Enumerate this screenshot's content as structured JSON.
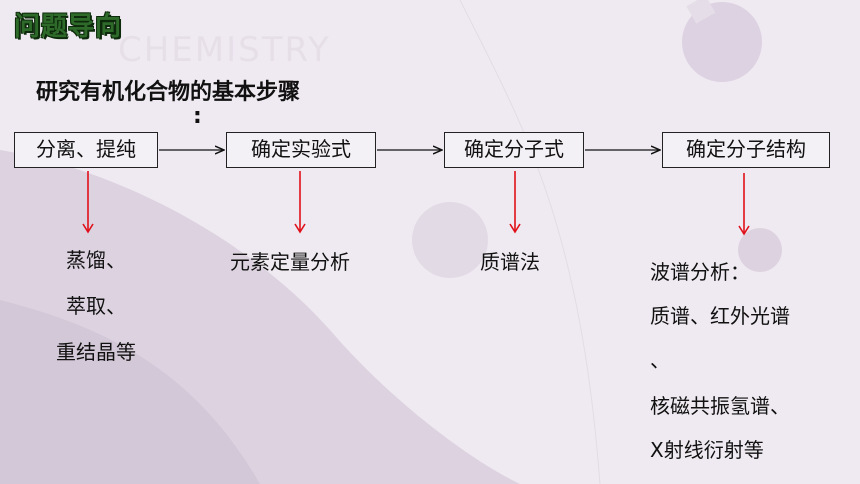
{
  "header": {
    "badge": "问题导向",
    "watermark": "CHEMISTRY"
  },
  "title": "研究有机化合物的基本步骤",
  "colon": ":",
  "steps": [
    {
      "label": "分离、提纯"
    },
    {
      "label": "确定实验式"
    },
    {
      "label": "确定分子式"
    },
    {
      "label": "确定分子结构"
    }
  ],
  "methods": {
    "separation": [
      "蒸馏、",
      "萃取、",
      "重结晶等"
    ],
    "empirical": "元素定量分析",
    "molecular": "质谱法",
    "structure": [
      "波谱分析：",
      "质谱、红外光谱",
      "、",
      "核磁共振氢谱、",
      "X射线衍射等"
    ]
  },
  "colors": {
    "arrow_red": "#e0101a",
    "bg": "#efeaf1",
    "badge_green": "#2e6b2a"
  },
  "icons": [
    "flask-icon"
  ]
}
